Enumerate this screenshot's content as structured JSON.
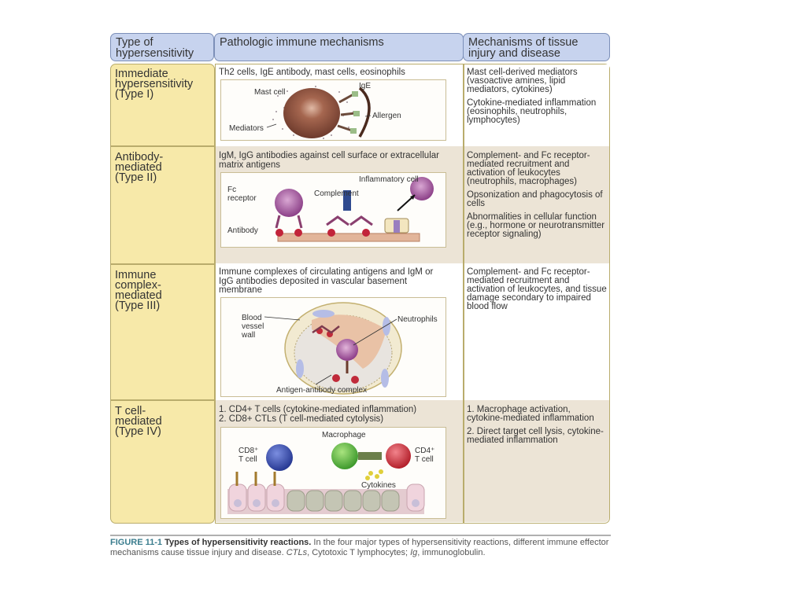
{
  "table": {
    "headers": {
      "type": "Type of hypersensitivity",
      "pathologic": "Pathologic immune mechanisms",
      "tissue": "Mechanisms of tissue injury and disease"
    },
    "rows": [
      {
        "type": "Immediate hypersensitivity (Type I)",
        "mechanism": "Th2 cells, IgE antibody, mast cells, eosinophils",
        "illustration_labels": [
          "Mast cell",
          "IgE",
          "Allergen",
          "Mediators"
        ],
        "tissue": [
          "Mast cell-derived mediators (vasoactive amines, lipid mediators, cytokines)",
          "Cytokine-mediated inflammation (eosinophils, neutrophils, lymphocytes)"
        ]
      },
      {
        "type": "Antibody-mediated (Type II)",
        "mechanism": "IgM, IgG antibodies against cell surface or extracellular matrix antigens",
        "illustration_labels": [
          "Inflammatory cell",
          "Fc receptor",
          "Complement",
          "Antibody"
        ],
        "tissue": [
          "Complement- and Fc receptor-mediated recruitment and activation of leukocytes (neutrophils, macrophages)",
          "Opsonization and phagocytosis of cells",
          "Abnormalities in cellular function (e.g., hormone or neurotransmitter receptor signaling)"
        ]
      },
      {
        "type": "Immune complex-mediated (Type III)",
        "mechanism": "Immune complexes of circulating antigens and IgM or IgG antibodies deposited in vascular basement membrane",
        "illustration_labels": [
          "Blood vessel wall",
          "Neutrophils",
          "Antigen-antibody complex"
        ],
        "tissue": [
          "Complement- and Fc receptor-mediated recruitment and activation of leukocytes, and tissue damage secondary to impaired blood flow"
        ]
      },
      {
        "type": "T cell-mediated (Type IV)",
        "mechanism": [
          "1. CD4+ T cells (cytokine-mediated inflammation)",
          "2. CD8+ CTLs (T cell-mediated cytolysis)"
        ],
        "illustration_labels": [
          "Macrophage",
          "CD8+ T cell",
          "CD4+ T cell",
          "Cytokines"
        ],
        "tissue": [
          "1. Macrophage activation, cytokine-mediated inflammation",
          "2. Direct target cell lysis, cytokine-mediated inflammation"
        ]
      }
    ]
  },
  "caption": {
    "figure": "FIGURE 11-1",
    "title": "Types of hypersensitivity reactions.",
    "text": "In the four major types of hypersensitivity reactions, different immune effector mechanisms cause tissue injury and disease.",
    "abbr1": "CTLs",
    "abbr1_def": ", Cytotoxic T lymphocytes; ",
    "abbr2": "Ig",
    "abbr2_def": ", immunoglobulin."
  },
  "colors": {
    "header_fill": "#c7d3ee",
    "type_fill": "#f7e9a9",
    "row_shade": "#ece4d6",
    "figure_label": "#3b7d8e"
  }
}
